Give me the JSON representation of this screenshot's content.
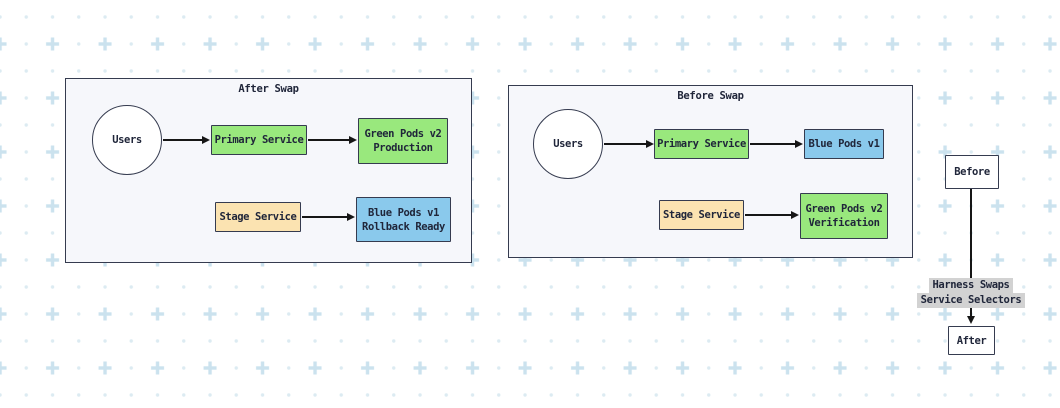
{
  "after_swap": {
    "title": "After Swap",
    "users_label": "Users",
    "primary_service_label": "Primary Service",
    "green_pods_line1": "Green Pods v2",
    "green_pods_line2": "Production",
    "stage_service_label": "Stage Service",
    "blue_pods_line1": "Blue Pods v1",
    "blue_pods_line2": "Rollback Ready"
  },
  "before_swap": {
    "title": "Before Swap",
    "users_label": "Users",
    "primary_service_label": "Primary Service",
    "blue_pods_label": "Blue Pods v1",
    "stage_service_label": "Stage Service",
    "green_pods_line1": "Green Pods v2",
    "green_pods_line2": "Verification"
  },
  "transition": {
    "before_label": "Before",
    "after_label": "After",
    "edge_label_line1": "Harness Swaps",
    "edge_label_line2": "Service Selectors"
  },
  "colors": {
    "shape_border": "#353b4f",
    "text": "#20263a",
    "green_fill": "#99e87d",
    "blue_fill": "#8ac9ec",
    "tan_fill": "#fbe3b1",
    "container_fill": "#f6f7fb",
    "edge_label_bg": "#d2d2d2",
    "arrow": "#161616",
    "canvas_dot": "#dcebf2",
    "canvas_plus": "#cbe2ee"
  }
}
